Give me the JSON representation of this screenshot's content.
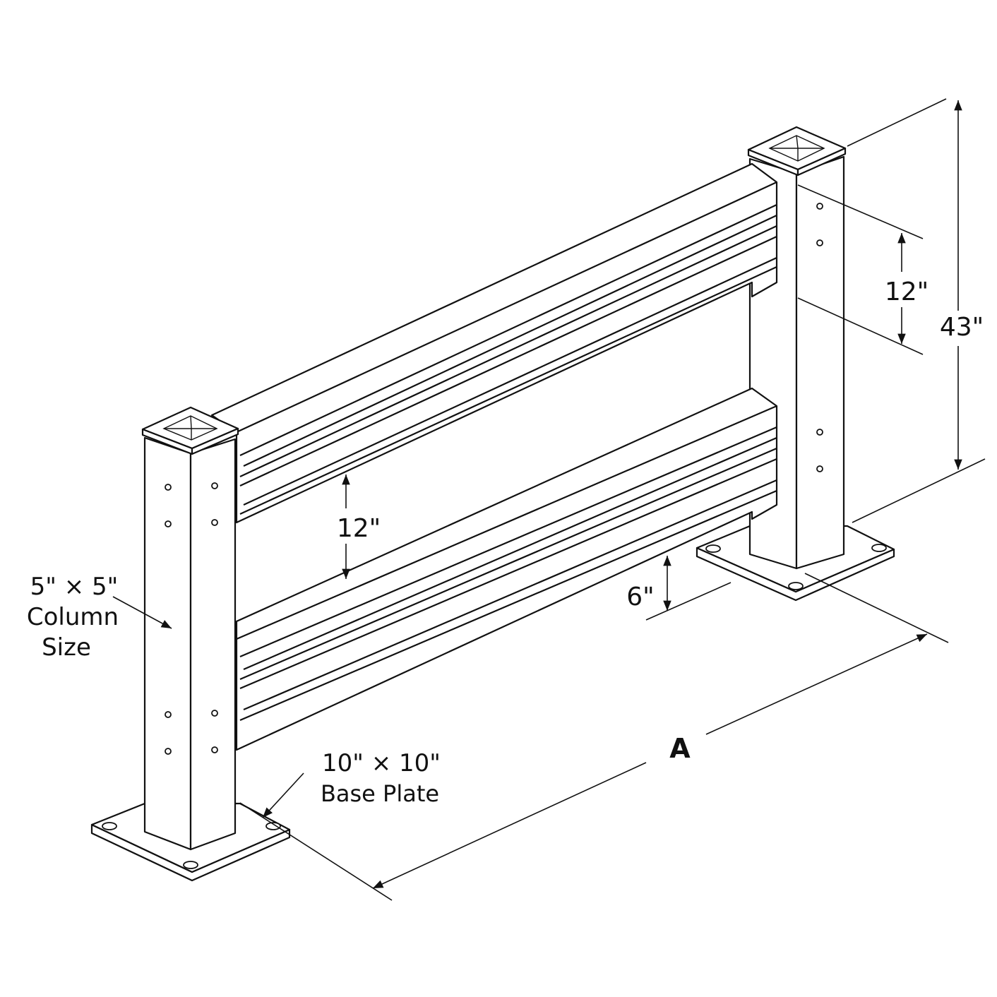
{
  "dimensions": {
    "overall_height": "43\"",
    "rail_spacing_upper": "12\"",
    "rail_gap": "12\"",
    "bottom_clearance": "6\"",
    "length": "A"
  },
  "callouts": {
    "column_size_value": "5\" × 5\"",
    "column_size_line1": "Column",
    "column_size_line2": "Size",
    "base_plate_value": "10\" × 10\"",
    "base_plate_label": "Base Plate"
  },
  "colors": {
    "line": "#111111",
    "background": "#ffffff"
  }
}
